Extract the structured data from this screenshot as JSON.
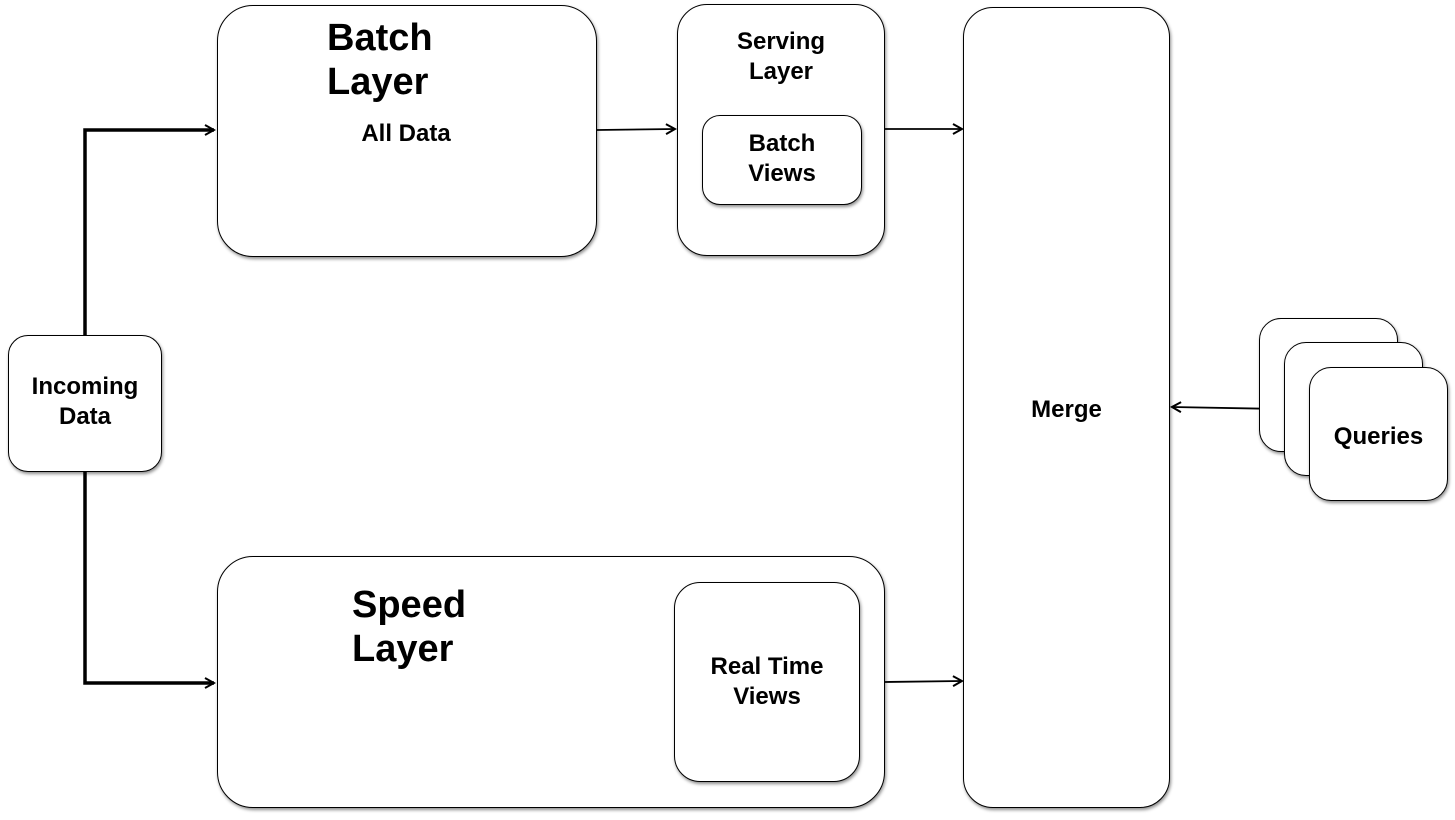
{
  "nodes": {
    "incoming_data": {
      "label": "Incoming\nData"
    },
    "batch_layer": {
      "title": "Batch\nLayer",
      "content": "All Data"
    },
    "serving_layer": {
      "title": "Serving\nLayer",
      "inner": "Batch\nViews"
    },
    "speed_layer": {
      "title": "Speed\nLayer",
      "inner": "Real Time\nViews"
    },
    "merge": {
      "label": "Merge"
    },
    "queries": {
      "label": "Queries"
    }
  },
  "colors": {
    "stroke": "#000000",
    "fill": "#ffffff"
  }
}
